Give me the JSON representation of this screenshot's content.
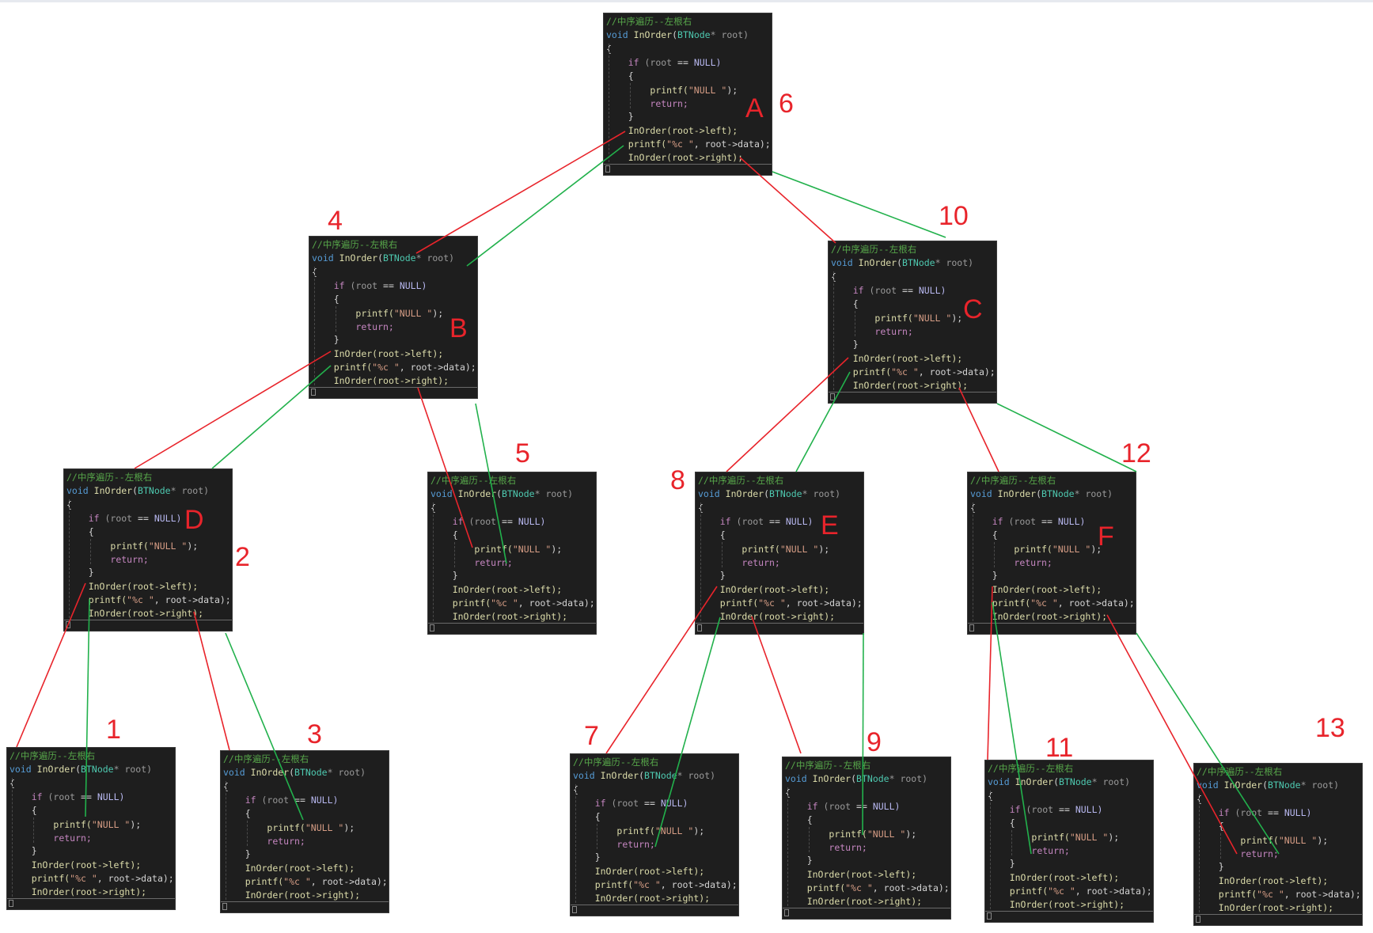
{
  "code": {
    "comment": "//中序遍历--左根右",
    "kw_void": "void",
    "fn_inorder": "InOrder",
    "ty_btnode": "BTNode",
    "param": "* root)",
    "open_paren": "(",
    "brace_open": "{",
    "brace_close": "}",
    "kw_if": "if",
    "if_cond_a": " (root ",
    "if_eq": "==",
    "if_null": " NULL)",
    "printf": "printf(",
    "null_str": "\"NULL \"",
    "printf_end": ");",
    "kw_return": "return;",
    "call_left": "InOrder(root->left);",
    "printf_fmt": "\"%c \"",
    "printf_data": ", root->data);",
    "call_right": "InOrder(root->right);"
  },
  "nodes": [
    {
      "letter": "A"
    },
    {
      "letter": "B"
    },
    {
      "letter": "C"
    },
    {
      "letter": "D"
    },
    {
      "letter": ""
    },
    {
      "letter": "E"
    },
    {
      "letter": "F"
    },
    {
      "letter": ""
    },
    {
      "letter": ""
    },
    {
      "letter": ""
    },
    {
      "letter": ""
    },
    {
      "letter": ""
    },
    {
      "letter": ""
    }
  ],
  "step_numbers": [
    "1",
    "2",
    "3",
    "4",
    "5",
    "6",
    "7",
    "8",
    "9",
    "10",
    "11",
    "12",
    "13"
  ],
  "colors": {
    "call_line": "#e8242b",
    "return_line": "#22b14c",
    "label": "#e8242b",
    "code_bg": "#1e1e1e"
  }
}
